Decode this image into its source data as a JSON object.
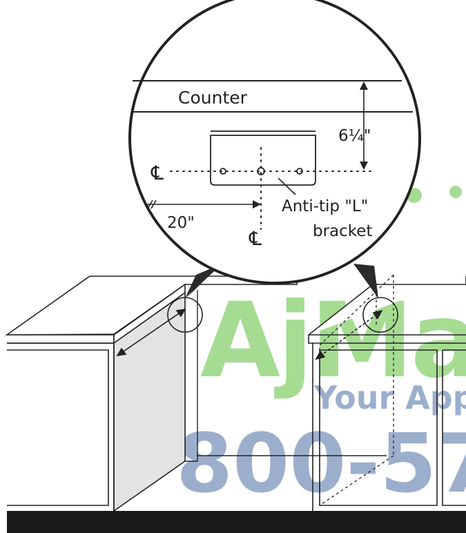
{
  "labels": {
    "counter": "Counter",
    "height_dim": "6¼\"",
    "distance_dim": "20\"",
    "bracket_line1": "Anti-tip \"L\"",
    "bracket_line2": "bracket",
    "centerline_symbol": "℄"
  },
  "watermark": {
    "brand": "AjMa",
    "tagline": "Your App",
    "phone": "800-57",
    "brand_color": "#5cc13a",
    "text_color": "#4a6fa5"
  },
  "colors": {
    "line": "#222222",
    "cabinet_shade": "#e3e3e3",
    "floor": "#1a1a1a"
  }
}
